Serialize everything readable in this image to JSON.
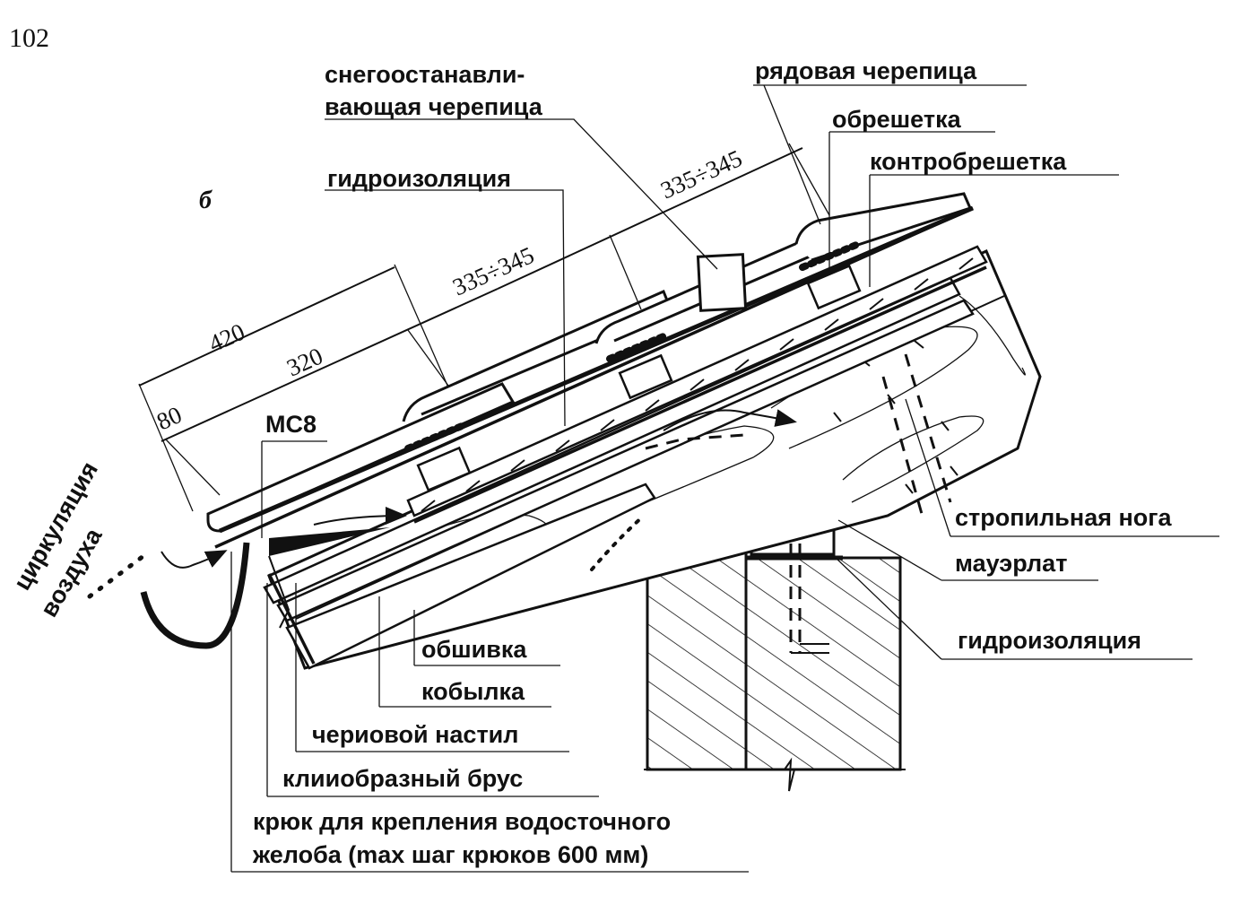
{
  "page_number": "102",
  "figure_letter": "б",
  "labels": {
    "snow_tile_1": "снегоостанавли-",
    "snow_tile_2": "вающая черепица",
    "row_tile": "рядовая черепица",
    "battens": "обрешетка",
    "counter_battens": "контробрешетка",
    "waterproofing_top": "гидроизоляция",
    "rafter": "стропильная нога",
    "wall_plate": "мауэрлат",
    "waterproofing_bottom": "гидроизоляция",
    "soffit": "обшивка",
    "sprocket": "кобылка",
    "rough_deck": "чериовой настил",
    "wedge_beam": "клииобразный брус",
    "gutter_hook_1": "крюк для крепления водосточного",
    "gutter_hook_2": "желоба (max шаг крюков 600 мм)",
    "air_1": "циркуляция",
    "air_2": "воздуха",
    "mc8": "МС8"
  },
  "dimensions": {
    "d420": "420",
    "d80": "80",
    "d320": "320",
    "d335_lower": "335÷345",
    "d335_upper": "335÷345"
  }
}
